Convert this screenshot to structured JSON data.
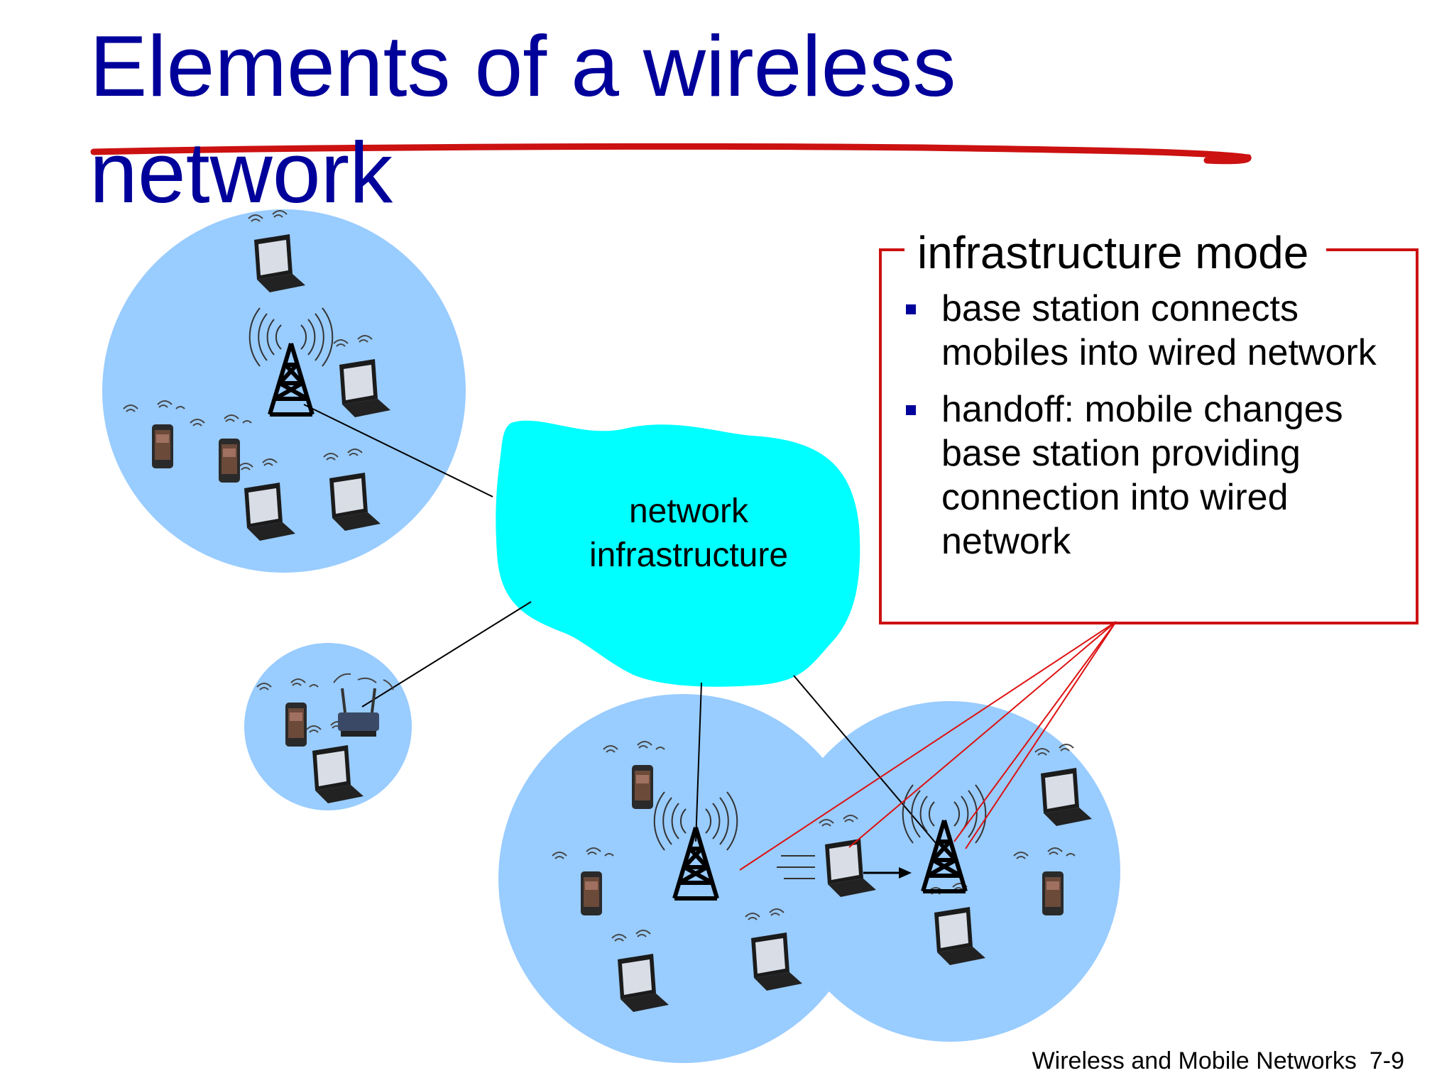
{
  "slide": {
    "title": "Elements of a wireless network",
    "cloud_label_line1": "network",
    "cloud_label_line2": "infrastructure"
  },
  "infrastructure_box": {
    "title": "infrastructure mode",
    "bullets": [
      "base station connects mobiles into wired network",
      "handoff: mobile changes base station providing connection into wired network"
    ]
  },
  "footer": {
    "text": "Wireless and Mobile Networks",
    "page": "7-9"
  },
  "colors": {
    "title": "#00009a",
    "cell": "#99ccff",
    "cloud": "#00ffff",
    "annotation_red": "#cc1111",
    "bullet": "#00009a"
  },
  "icons": [
    "laptop-icon",
    "smartphone-icon",
    "cell-tower-icon",
    "wireless-router-icon",
    "wifi-waves-icon"
  ]
}
